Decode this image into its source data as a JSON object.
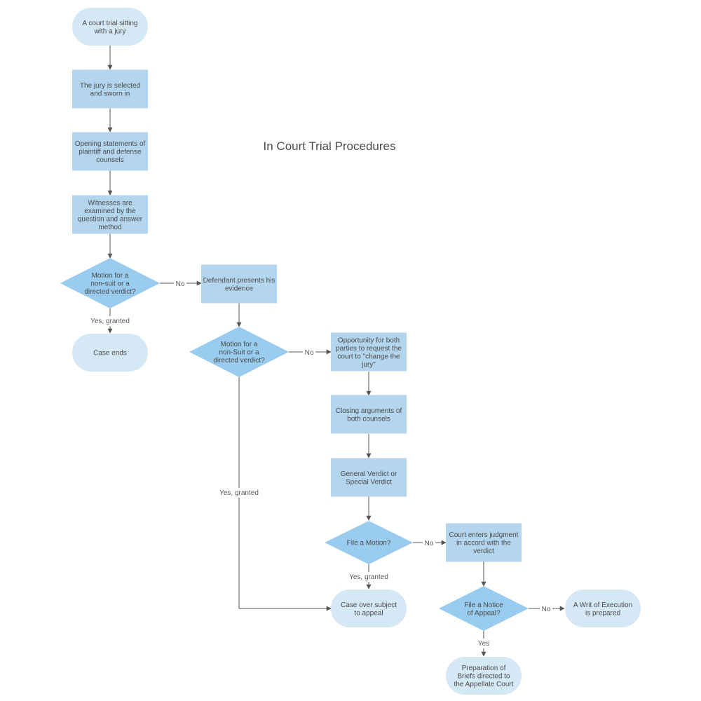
{
  "title": "In Court Trial Procedures",
  "colors": {
    "terminal": "#d5e8f5",
    "process": "#b3d6ee",
    "decision": "#99ccee",
    "line": "#555555",
    "text": "#4a4a4a"
  },
  "nodes": {
    "start": [
      "A court trial sitting",
      "with a jury"
    ],
    "jury": [
      "The jury is selected",
      "and sworn in"
    ],
    "opening": [
      "Opening statements of",
      "plaintiff and defense",
      "counsels"
    ],
    "witnesses": [
      "Witnesses are",
      "examined by the",
      "question and answer",
      "method"
    ],
    "motion1": [
      "Motion for a",
      "non-suit or a",
      "directed verdict?"
    ],
    "case_ends": [
      "Case ends"
    ],
    "defendant": [
      "Defendant presents his",
      "evidence"
    ],
    "motion2": [
      "Motion for a",
      "non-Suit or a",
      "directed verdict?"
    ],
    "change_jury": [
      "Opportunity for both",
      "parties to request the",
      "court to \"change the",
      "jury\""
    ],
    "closing": [
      "Closing arguments of",
      "both counsels"
    ],
    "verdict": [
      "General Verdict or",
      "Special Verdict"
    ],
    "file_motion": [
      "File a Motion?"
    ],
    "judgment": [
      "Court enters judgment",
      "in accord with the",
      "verdict"
    ],
    "case_over": [
      "Case over subject",
      "to appeal"
    ],
    "notice": [
      "File a Notice",
      "of Appeal?"
    ],
    "writ": [
      "A Writ of Execution",
      "is prepared"
    ],
    "briefs": [
      "Preparation of",
      "Briefs directed to",
      "the Appellate Court"
    ]
  },
  "edge_labels": {
    "m1_no": "No",
    "m1_yes": "Yes, granted",
    "m2_no": "No",
    "m2_yes": "Yes, granted",
    "fm_no": "No",
    "fm_yes": "Yes, granted",
    "notice_no": "No",
    "notice_yes": "Yes"
  }
}
